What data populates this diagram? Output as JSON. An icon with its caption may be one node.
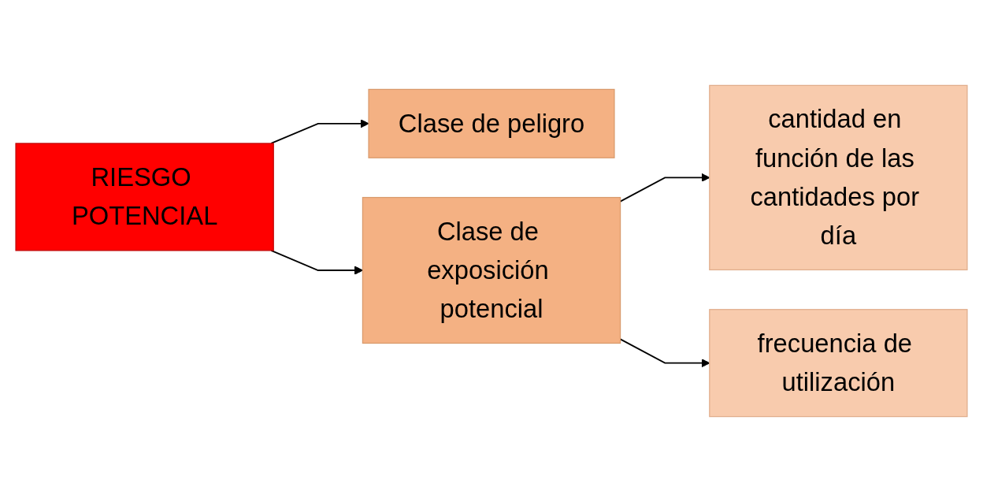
{
  "diagram": {
    "nodes": [
      {
        "text": [
          "RIESGO POTENCIAL"
        ]
      },
      {
        "text": [
          "Clase de peligro"
        ]
      },
      {
        "text": [
          "Clase de exposición potencial"
        ]
      },
      {
        "text": [
          "cantidad en función de las cantidades por día"
        ]
      },
      {
        "text": [
          "frecuencia de utilización"
        ]
      }
    ],
    "edges": [
      {
        "from": 0,
        "to": 1,
        "arrow": "to"
      },
      {
        "from": 0,
        "to": 2,
        "arrow": "to"
      },
      {
        "from": 2,
        "to": 3,
        "arrow": "to"
      },
      {
        "from": 2,
        "to": 4,
        "arrow": "to"
      }
    ]
  }
}
